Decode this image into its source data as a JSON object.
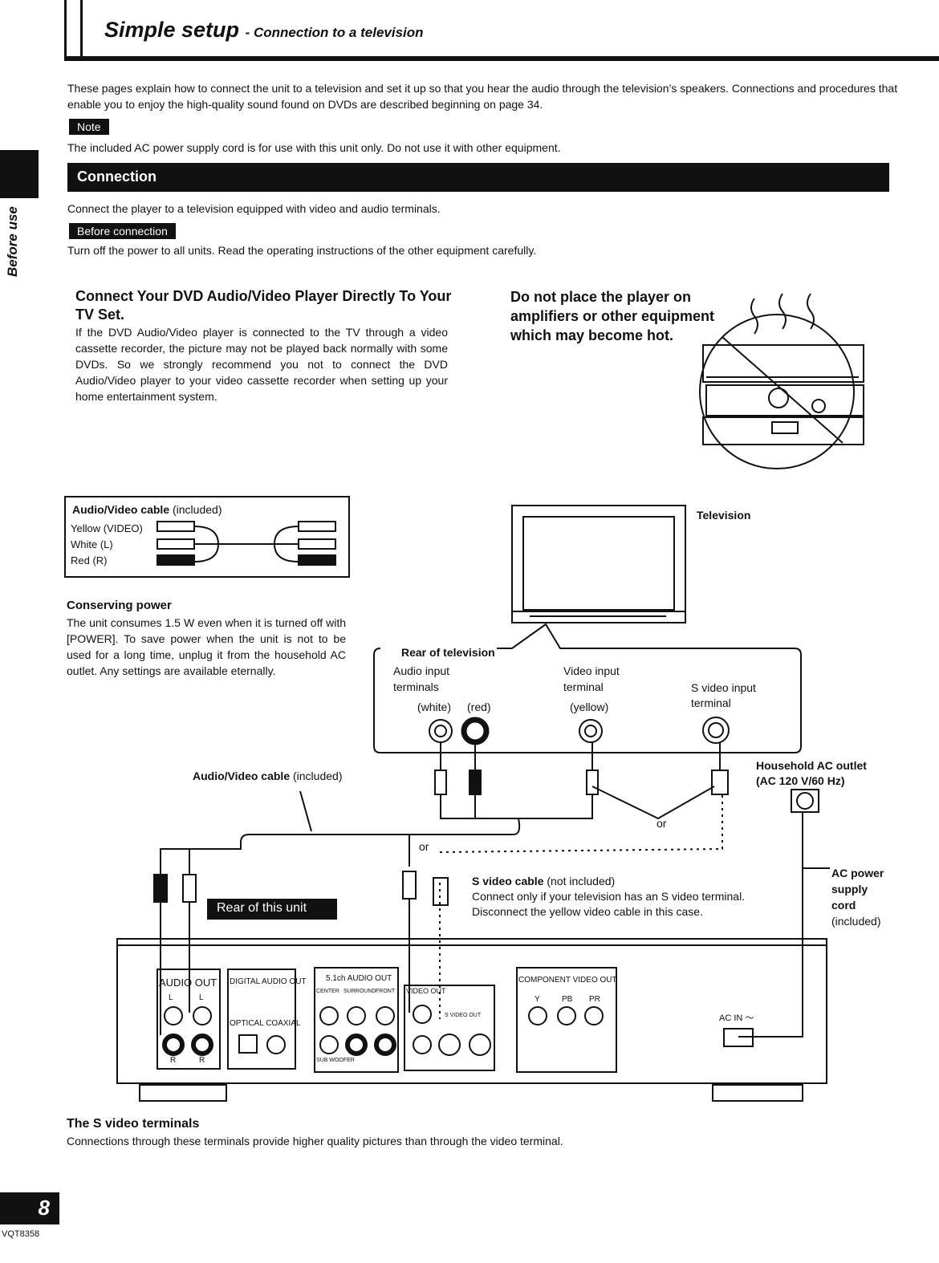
{
  "header": {
    "title": "Simple setup",
    "subtitle": "- Connection to a television"
  },
  "intro": "These pages explain how to connect the unit to a television and set it up so that you hear the audio through the television’s speakers. Connections and procedures that enable you to enjoy the high-quality sound found on DVDs are described beginning on page 34.",
  "note": {
    "tag": "Note",
    "text": "The included AC power supply cord is for use with this unit only. Do not use it with other equipment."
  },
  "side_label": "Before use",
  "connection": {
    "heading": "Connection",
    "text": "Connect the player to a television equipped with video and audio terminals.",
    "before_tag": "Before connection",
    "before_text": "Turn off the power to all units. Read the operating instructions of the other equipment carefully."
  },
  "direct": {
    "title": "Connect Your DVD Audio/Video Player Directly To Your TV Set.",
    "text": "If the DVD Audio/Video player is connected to the TV through a video cassette recorder, the picture may not be played back normally with some DVDs. So we strongly recommend you not to connect the DVD Audio/Video player to your video cassette recorder when setting up your home entertainment system."
  },
  "warning": "Do not place the player on amplifiers or other equipment which may become hot.",
  "cable_box": {
    "title_bold": "Audio/Video cable",
    "title_rest": " (included)",
    "rows": [
      "Yellow (VIDEO)",
      "White (L)",
      "Red (R)"
    ]
  },
  "conserving": {
    "title": "Conserving power",
    "text": "The unit consumes 1.5 W even when it is turned off with [POWER]. To save power when the unit is not to be used for a long time, unplug it from the household AC outlet. Any settings are available eternally."
  },
  "diagram": {
    "television": "Television",
    "rear_tv": "Rear of television",
    "audio_input_1": "Audio input",
    "audio_input_2": "terminals",
    "white": "(white)",
    "red": "(red)",
    "video_input_1": "Video input",
    "video_input_2": "terminal",
    "yellow": "(yellow)",
    "s_video_input_1": "S video input",
    "s_video_input_2": "terminal",
    "household_1": "Household AC outlet",
    "household_2": "(AC 120 V/60 Hz)",
    "av_cable_bold": "Audio/Video cable",
    "av_cable_rest": " (included)",
    "or_1": "or",
    "or_2": "or",
    "s_cable_bold": "S video cable",
    "s_cable_rest": " (not included)",
    "s_cable_line2": "Connect only if your television has an S video terminal.",
    "s_cable_line3": "Disconnect the yellow video cable in this case.",
    "ac_power_1": "AC power",
    "ac_power_2": "supply",
    "ac_power_3": "cord",
    "ac_power_4": "(included)",
    "rear_unit": "Rear of this unit",
    "audio_out": "AUDIO OUT",
    "digital_out": "DIGITAL AUDIO OUT",
    "optical_coaxial": "OPTICAL  COAXIAL",
    "ch_out": "5.1ch AUDIO OUT",
    "video_out": "VIDEO OUT",
    "s_video_out": "S VIDEO OUT",
    "component_out": "COMPONENT VIDEO OUT",
    "ac_in": "AC IN ～",
    "l": "L",
    "r": "R",
    "y": "Y",
    "pb": "PB",
    "pr": "PR",
    "center": "CENTER",
    "surround": "SURROUND",
    "front": "FRONT",
    "subwoofer": "SUB WOOFER"
  },
  "s_terminals": {
    "title": "The S video terminals",
    "text": "Connections through these terminals provide higher quality pictures than through the video terminal."
  },
  "footer": {
    "page": "8",
    "code": "VQT8358"
  }
}
